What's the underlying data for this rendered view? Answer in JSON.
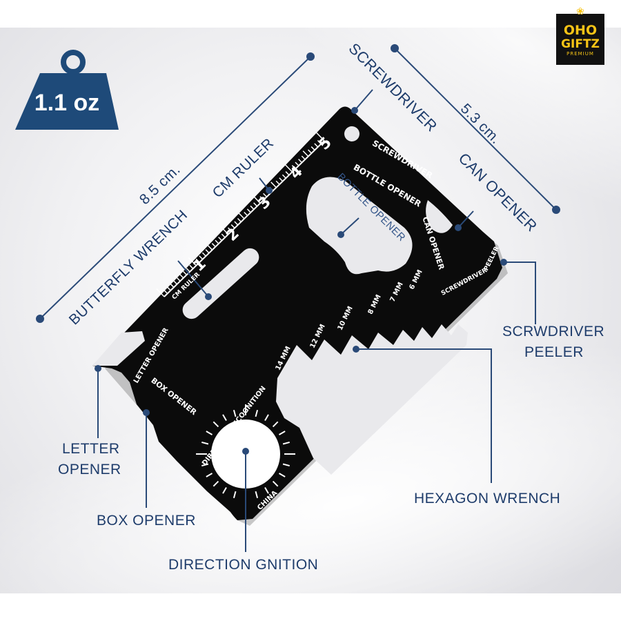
{
  "brand": {
    "line1": "OHO",
    "line2": "GIFTZ",
    "line3": "PREMIUM",
    "color": "#f7c416",
    "icon": "gift-bow-icon"
  },
  "weight": {
    "value": "1.1 oz",
    "icon": "weight-icon",
    "color": "#1e4a79"
  },
  "dimensions": {
    "length": "8.5 cm.",
    "width": "5.3 cm."
  },
  "callouts": {
    "screwdriver": "SCREWDRIVER",
    "can_opener": "CAN OPENER",
    "cm_ruler": "CM RULER",
    "butterfly_wrench": "BUTTERFLY WRENCH",
    "bottle_opener": "BOTTLE OPENER",
    "screwdriver_peeler_line1": "SCRWDRIVER",
    "screwdriver_peeler_line2": "PEELER",
    "letter_opener_line1": "LETTER",
    "letter_opener_line2": "OPENER",
    "box_opener": "BOX OPENER",
    "hexagon_wrench": "HEXAGON WRENCH",
    "direction": "DIRECTION GNITION"
  },
  "card": {
    "screwdriver": "SCREWDRIVER",
    "bottle_opener": "BOTTLE OPENER",
    "can_opener": "CAN OPENER",
    "screwdriver2": "SCREWDRIVER",
    "peeler": "PEELER",
    "cm_ruler": "CM RULER",
    "letter_opener": "LETTER OPENER",
    "box_opener": "BOX OPENER",
    "direction": "DIRECTION RECOGNITION",
    "china": "CHINA",
    "ruler_numbers": [
      "1",
      "2",
      "3",
      "4",
      "5"
    ],
    "wrench_sizes": [
      "14 MM",
      "12 MM",
      "10 MM",
      "8 MM",
      "7 MM",
      "6 MM"
    ]
  },
  "colors": {
    "accent": "#1e3c6b",
    "card": "#0b0b0b"
  }
}
